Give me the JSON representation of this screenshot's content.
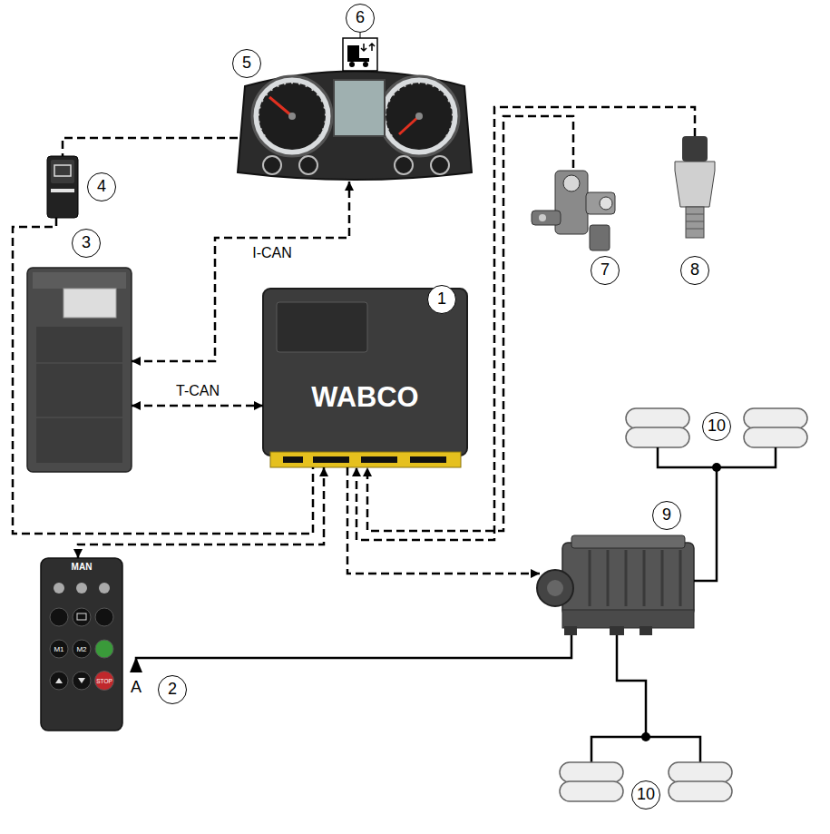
{
  "diagram": {
    "nodes": [
      {
        "text": [
          "5"
        ]
      },
      {
        "text": [
          "4"
        ]
      },
      {
        "text": [
          "3"
        ]
      },
      {
        "text": [
          "1",
          "WABCO"
        ]
      },
      {
        "text": [
          "7"
        ]
      },
      {
        "text": [
          "8"
        ]
      },
      {
        "text": [
          "2",
          "MAN"
        ]
      },
      {
        "text": [
          "9"
        ]
      },
      {
        "text": [
          "10"
        ]
      },
      {
        "text": [
          "10"
        ]
      }
    ],
    "edges": [
      {
        "from": 2,
        "to": 0,
        "arrow": "both",
        "label": "I-CAN"
      },
      {
        "from": 2,
        "to": 3,
        "arrow": "both",
        "label": "T-CAN"
      },
      {
        "from": 0,
        "to": 1,
        "arrow": "none"
      },
      {
        "from": 1,
        "to": 3,
        "arrow": "none"
      },
      {
        "from": 6,
        "to": 3,
        "arrow": "both"
      },
      {
        "from": 4,
        "to": 3,
        "arrow": "to"
      },
      {
        "from": 5,
        "to": 3,
        "arrow": "to"
      },
      {
        "from": 3,
        "to": 7,
        "arrow": "to"
      },
      {
        "from": 7,
        "to": 8,
        "arrow": "none"
      },
      {
        "from": 7,
        "to": 9,
        "arrow": "none"
      }
    ],
    "labels": [
      "6",
      "A",
      "M1",
      "M2",
      "STOP"
    ]
  }
}
